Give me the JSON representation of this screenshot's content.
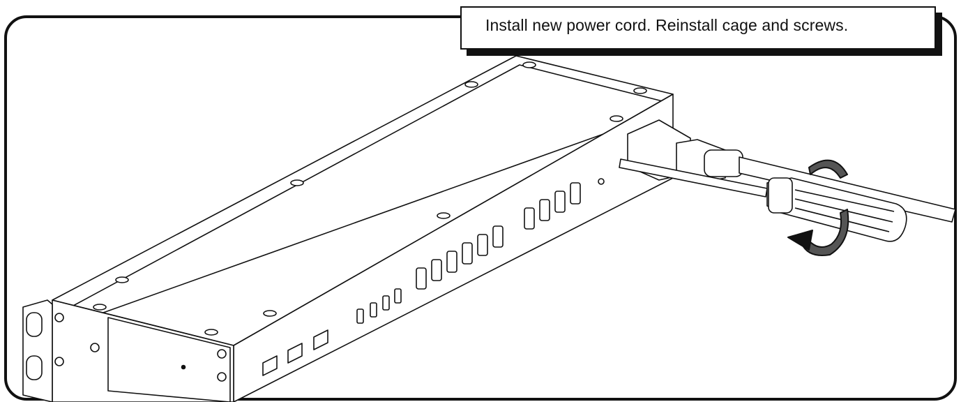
{
  "caption": {
    "text": "Install new power cord. Reinstall cage and screws."
  },
  "illustration": {
    "subject": "rack-mount-device",
    "tool": "screwdriver",
    "rotation_direction": "clockwise"
  }
}
